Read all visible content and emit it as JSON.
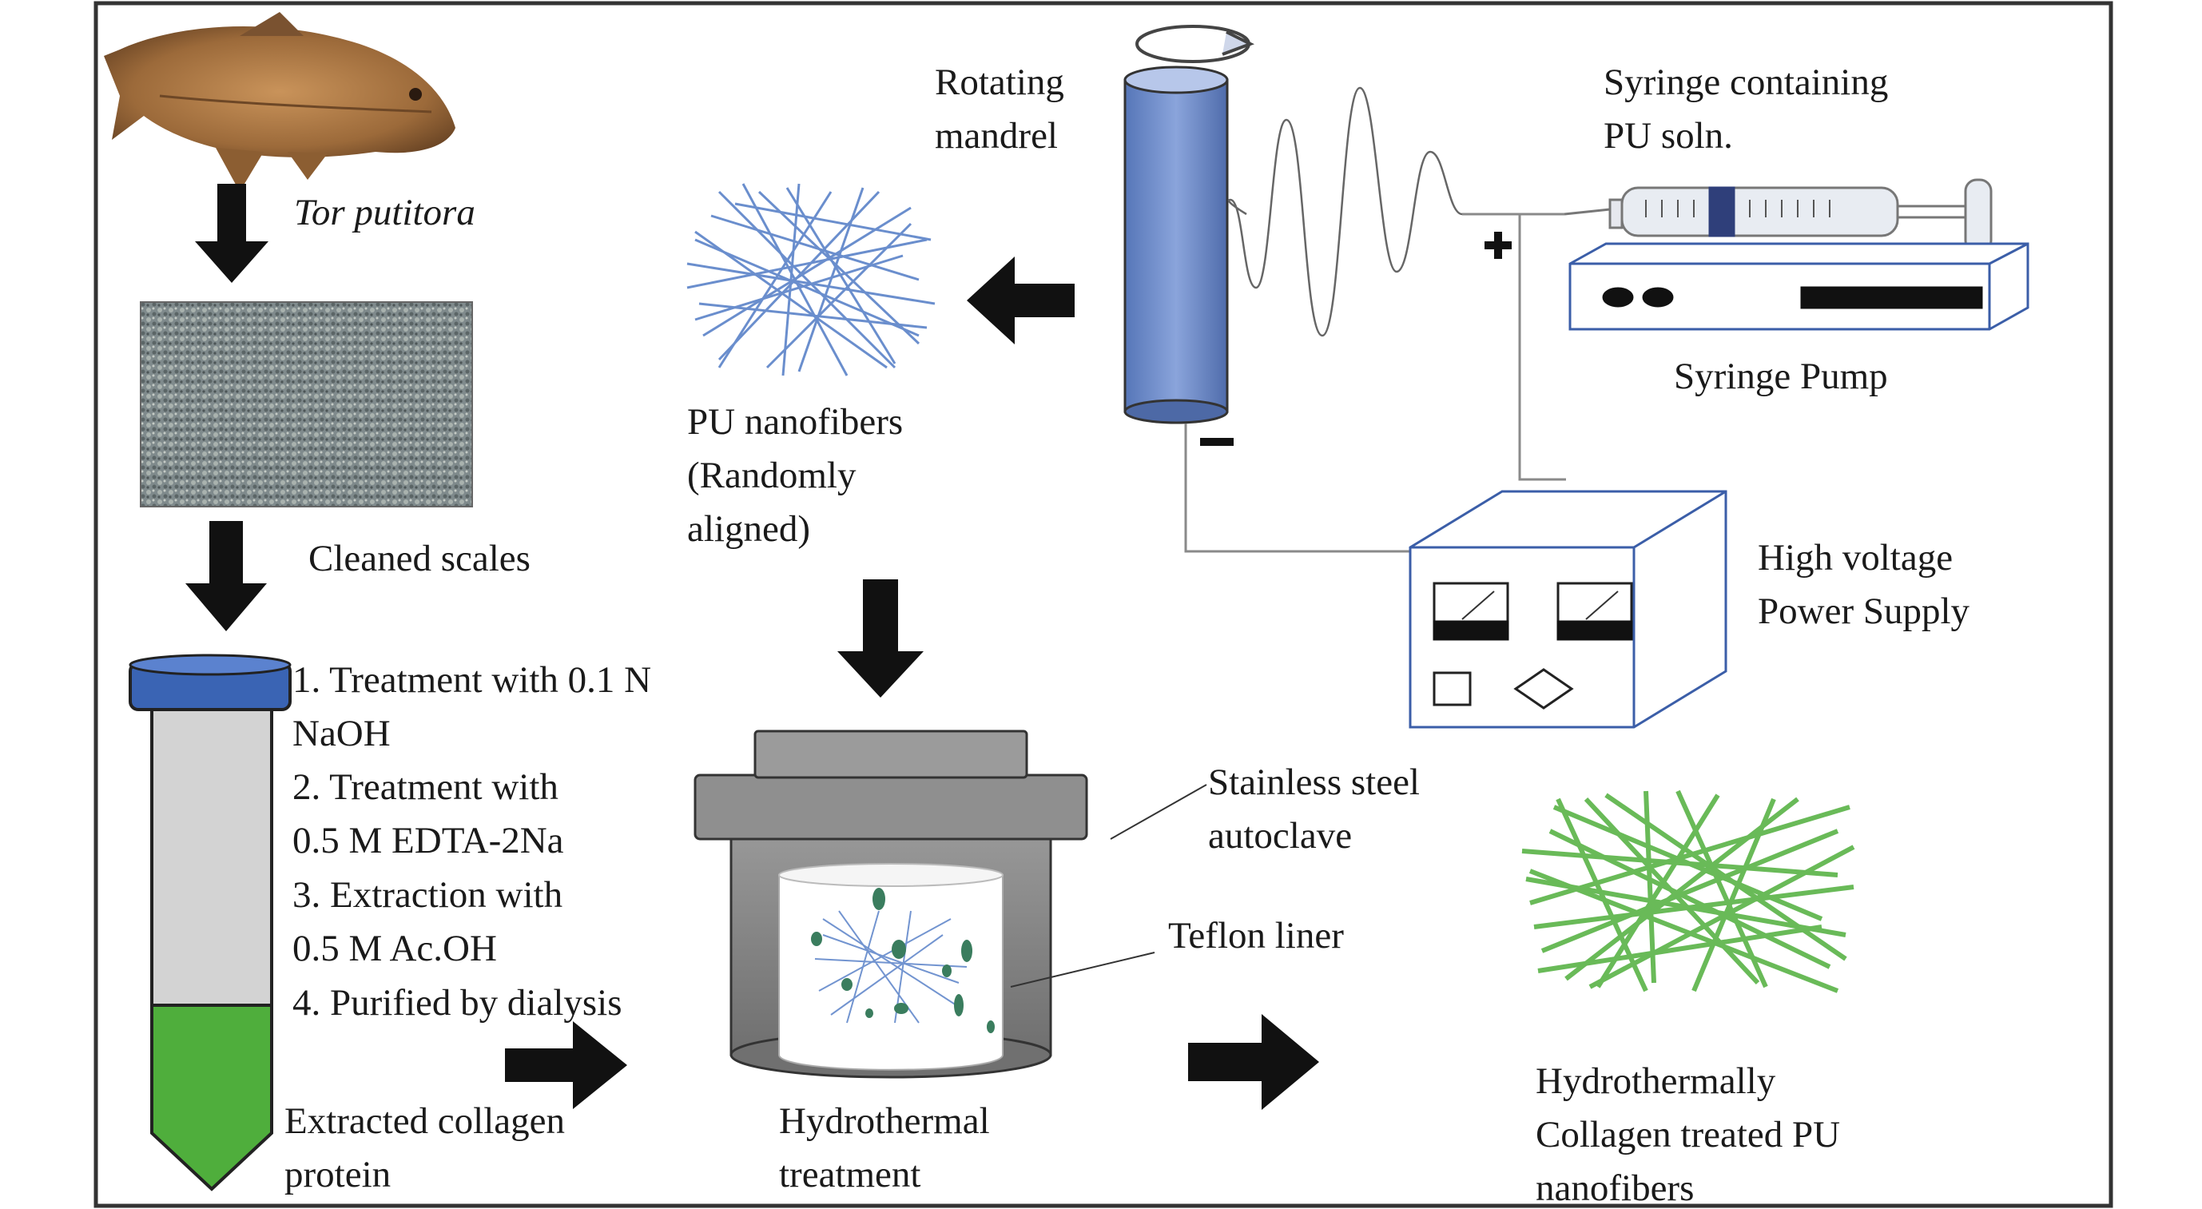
{
  "colors": {
    "frame": "#333333",
    "arrow": "#111111",
    "tube_cap": "#3a64b4",
    "collagen_green": "#4fae3c",
    "nanofiber_blue": "#5a82c8",
    "mandrel_blue": "#6f8fcf",
    "autoclave_gray": "#8a8a8a"
  },
  "icons": [
    "fish-photo",
    "fish-scales-photo",
    "centrifuge-tube-icon",
    "down-arrow-icon",
    "right-arrow-icon",
    "left-arrow-icon",
    "nanofiber-mat-icon",
    "rotating-mandrel-icon",
    "rotation-arrow-icon",
    "electrospinning-jet-icon",
    "syringe-icon",
    "syringe-pump-icon",
    "power-supply-icon",
    "autoclave-icon",
    "teflon-liner-icon",
    "green-nanofiber-mat-icon"
  ],
  "labels": {
    "species": "Tor putitora",
    "cleaned_scales": "Cleaned scales",
    "steps": [
      "1. Treatment with 0.1 N\n    NaOH",
      "2. Treatment with\n    0.5 M EDTA-2Na",
      "3. Extraction with\n    0.5 M Ac.OH",
      "4. Purified by dialysis"
    ],
    "extracted": "Extracted collagen\nprotein",
    "rotating_mandrel": "Rotating\nmandrel",
    "syringe": "Syringe containing\nPU soln.",
    "syringe_pump": "Syringe Pump",
    "pu_nanofibers": "PU nanofibers\n(Randomly\naligned)",
    "power_supply": "High voltage\nPower Supply",
    "autoclave": "Stainless steel\nautoclave",
    "teflon": "Teflon liner",
    "hydrothermal": "Hydrothermal\ntreatment",
    "treated": "Hydrothermally\nCollagen treated PU\nnanofibers",
    "plus": "+",
    "minus": "−"
  }
}
